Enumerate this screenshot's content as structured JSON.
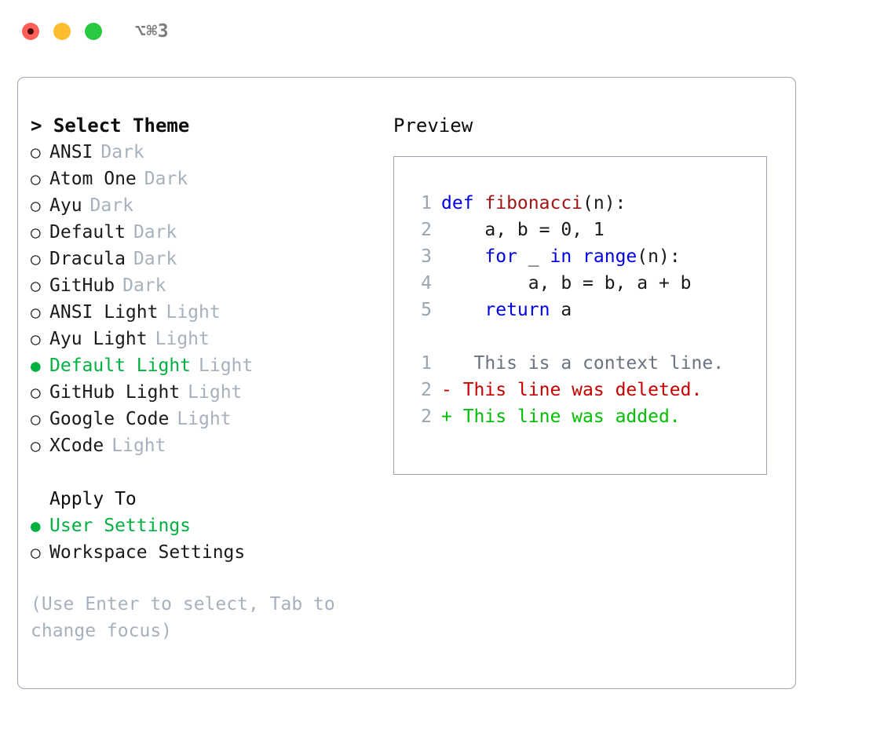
{
  "window": {
    "title": "⌥⌘3",
    "traffic_lights": [
      {
        "name": "close",
        "color": "#ff5f57"
      },
      {
        "name": "minimize",
        "color": "#febc2e"
      },
      {
        "name": "zoom",
        "color": "#28c840"
      }
    ]
  },
  "theme_picker": {
    "heading": "> Select Theme",
    "selected_theme": "Default Light",
    "items": [
      {
        "marker": "○",
        "label": "ANSI",
        "mode": "Dark",
        "selected": false
      },
      {
        "marker": "○",
        "label": "Atom One",
        "mode": "Dark",
        "selected": false
      },
      {
        "marker": "○",
        "label": "Ayu",
        "mode": "Dark",
        "selected": false
      },
      {
        "marker": "○",
        "label": "Default",
        "mode": "Dark",
        "selected": false
      },
      {
        "marker": "○",
        "label": "Dracula",
        "mode": "Dark",
        "selected": false
      },
      {
        "marker": "○",
        "label": "GitHub",
        "mode": "Dark",
        "selected": false
      },
      {
        "marker": "○",
        "label": "ANSI Light",
        "mode": "Light",
        "selected": false
      },
      {
        "marker": "○",
        "label": "Ayu Light",
        "mode": "Light",
        "selected": false
      },
      {
        "marker": "●",
        "label": "Default Light",
        "mode": "Light",
        "selected": true
      },
      {
        "marker": "○",
        "label": "GitHub Light",
        "mode": "Light",
        "selected": false
      },
      {
        "marker": "○",
        "label": "Google Code",
        "mode": "Light",
        "selected": false
      },
      {
        "marker": "○",
        "label": "XCode",
        "mode": "Light",
        "selected": false
      }
    ]
  },
  "apply_to": {
    "heading": "Apply To",
    "selected": "User Settings",
    "items": [
      {
        "marker": "●",
        "label": "User Settings",
        "selected": true
      },
      {
        "marker": "○",
        "label": "Workspace Settings",
        "selected": false
      }
    ]
  },
  "hint": "(Use Enter to select, Tab to change focus)",
  "preview": {
    "heading": "Preview",
    "code_lines": [
      {
        "number": "1",
        "tokens": [
          {
            "text": "def ",
            "type": "keyword"
          },
          {
            "text": "fibonacci",
            "type": "function"
          },
          {
            "text": "(n):",
            "type": "plain"
          }
        ]
      },
      {
        "number": "2",
        "tokens": [
          {
            "text": "    a, b = 0, 1",
            "type": "plain"
          }
        ]
      },
      {
        "number": "3",
        "tokens": [
          {
            "text": "    ",
            "type": "plain"
          },
          {
            "text": "for",
            "type": "keyword"
          },
          {
            "text": " _ ",
            "type": "plain"
          },
          {
            "text": "in",
            "type": "keyword"
          },
          {
            "text": " ",
            "type": "plain"
          },
          {
            "text": "range",
            "type": "builtin"
          },
          {
            "text": "(n):",
            "type": "plain"
          }
        ]
      },
      {
        "number": "4",
        "tokens": [
          {
            "text": "        a, b = b, a + b",
            "type": "plain"
          }
        ]
      },
      {
        "number": "5",
        "tokens": [
          {
            "text": "    ",
            "type": "plain"
          },
          {
            "text": "return",
            "type": "keyword"
          },
          {
            "text": " a",
            "type": "plain"
          }
        ]
      }
    ],
    "diff_lines": [
      {
        "number": "1",
        "sign": " ",
        "text": "  This is a context line.",
        "type": "context"
      },
      {
        "number": "2",
        "sign": "-",
        "text": " This line was deleted.",
        "type": "deleted"
      },
      {
        "number": "2",
        "sign": "+",
        "text": " This line was added.",
        "type": "added"
      }
    ]
  },
  "colors": {
    "accent_green": "#00b140",
    "muted": "#a7b1be",
    "border": "#9aa5b1",
    "keyword": "#0000e6",
    "function": "#a31515",
    "diff_added": "#00bf00",
    "diff_deleted": "#c40000",
    "diff_context": "#6b7280"
  }
}
